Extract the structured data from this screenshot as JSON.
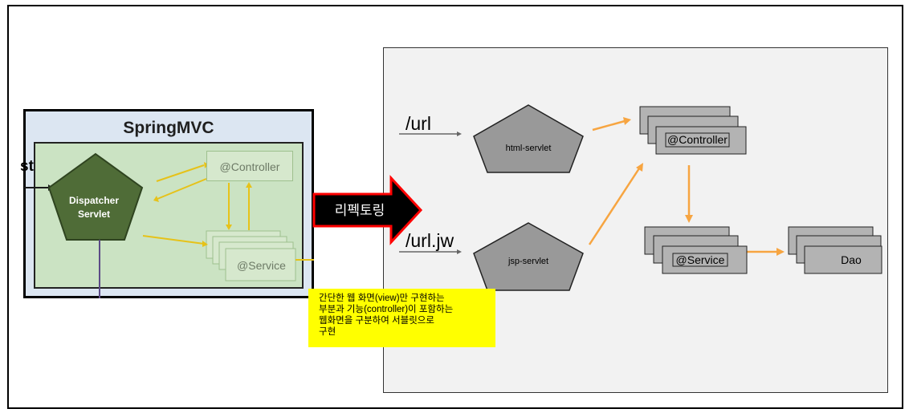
{
  "left_panel": {
    "title": "SpringMVC",
    "request_label": "st",
    "dispatcher_line1": "Dispatcher",
    "dispatcher_line2": "Servlet",
    "controller": "@Controller",
    "service": "@Service"
  },
  "refactor_label": "리펙토링",
  "note": {
    "line1": "간단한 웹 화면(view)만 구현하는",
    "line2": "부분과 기능(controller)이 포함하는",
    "line3": "웹화면을 구분하여 서블릿으로",
    "line4": "구현"
  },
  "right_panel": {
    "url1": "/url",
    "url2": "/url.jw",
    "servlet1": "html-servlet",
    "servlet2": "jsp-servlet",
    "controller": "@Controller",
    "service": "@Service",
    "dao": "Dao"
  },
  "colors": {
    "arrow_orange": "#f7a541",
    "arrow_yellow": "#e6c219",
    "note_bg": "#ffff00",
    "refactor_arrow_border": "#ff0000"
  }
}
